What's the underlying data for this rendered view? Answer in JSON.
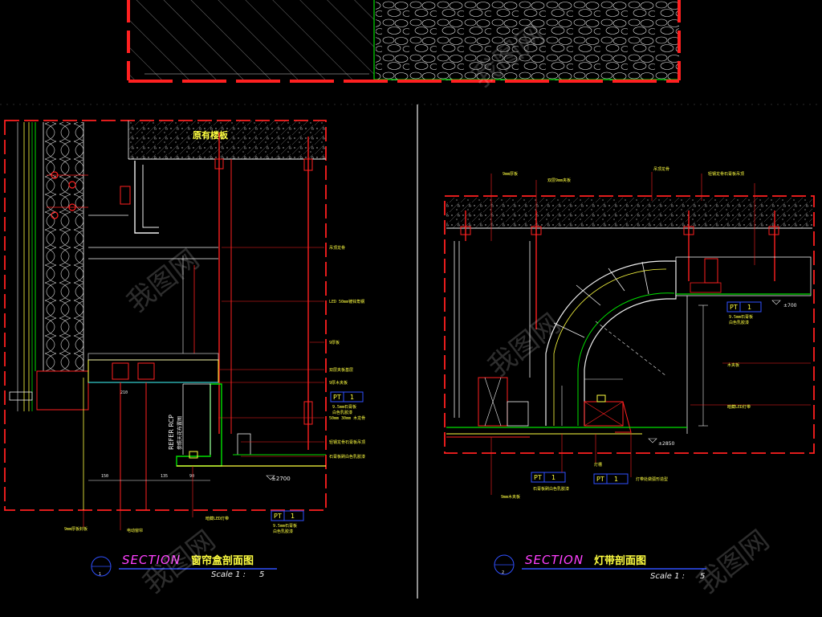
{
  "colors": {
    "red": "#ff2020",
    "green": "#00e000",
    "yellow": "#ffff40",
    "white": "#f0f0f0",
    "cyan": "#40ffff",
    "blue": "#3050ff",
    "magenta": "#ff40ff",
    "grey": "#9a9a9a",
    "background": "#000000"
  },
  "left_section": {
    "slab_label": "原有楼板",
    "refer_label": "REFER RCP",
    "refer_sub": "参照天花布置图",
    "title_section": "SECTION",
    "title_cn": "窗帘盒剖面图",
    "scale_text": "Scale 1 :",
    "scale_value": "5",
    "number_tag": "1",
    "elevation": "±2700",
    "dim_150": "150",
    "dim_135": "135",
    "dim_90": "90",
    "dim_210": "210",
    "tag_pt": "PT",
    "tag_pt_num": "1",
    "notes": [
      "吊顶龙骨",
      "LED 50mm镀锌角钢",
      "9厚板",
      "双层夹板基层",
      "9厚木夹板",
      "50mm 30mm 木龙骨",
      "轻钢龙骨石膏板吊顶",
      "石膏板刷白色乳胶漆"
    ],
    "bottom_notes": [
      "暗藏LED灯带",
      "电动窗帘",
      "9mm厚板封板"
    ],
    "pt_note_1": "9.5mm石膏板",
    "pt_note_2": "白色乳胶漆"
  },
  "right_section": {
    "title_section": "SECTION",
    "title_cn": "灯带剖面图",
    "scale_text": "Scale 1 :",
    "scale_value": "5",
    "number_tag": "2",
    "elevation_top": "±700",
    "elevation_bottom": "±2850",
    "tag_pt": "PT",
    "tag_pt_num": "1",
    "notes": [
      "9mm厚板",
      "吊顶龙骨",
      "双层9mm夹板",
      "轻钢龙骨石膏板吊顶",
      "木夹板",
      "暗藏LED灯带"
    ],
    "bottom_notes": [
      "9mm木夹板",
      "石膏板刷白色乳胶漆",
      "灯带处做弧形造型",
      "灯槽"
    ],
    "pt_note_1": "9.5mm石膏板",
    "pt_note_2": "白色乳胶漆"
  },
  "watermark": "我图网"
}
